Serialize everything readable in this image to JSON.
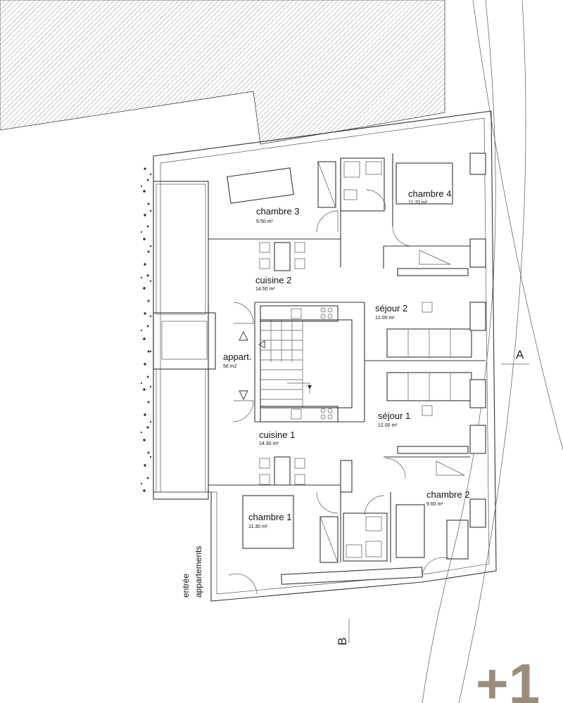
{
  "rooms": {
    "chambre3": {
      "name": "chambre 3",
      "area": "9.50 m²"
    },
    "chambre4": {
      "name": "chambre 4",
      "area": "11.70 m²"
    },
    "cuisine2": {
      "name": "cuisine 2",
      "area": "14.50 m²"
    },
    "sejour2": {
      "name": "séjour 2",
      "area": "12.00 m²"
    },
    "appart": {
      "name": "appart.",
      "area": "56 m2"
    },
    "sejour1": {
      "name": "séjour 1",
      "area": "12.00 m²"
    },
    "cuisine1": {
      "name": "cuisine 1",
      "area": "14.30 m²"
    },
    "chambre1": {
      "name": "chambre 1",
      "area": "11.30 m²"
    },
    "chambre2": {
      "name": "chambre 2",
      "area": "9.60 m²"
    }
  },
  "entrance": {
    "line1": "entrée",
    "line2": "appartements"
  },
  "sections": {
    "a": "A",
    "b": "B"
  },
  "floor_label": "+1"
}
